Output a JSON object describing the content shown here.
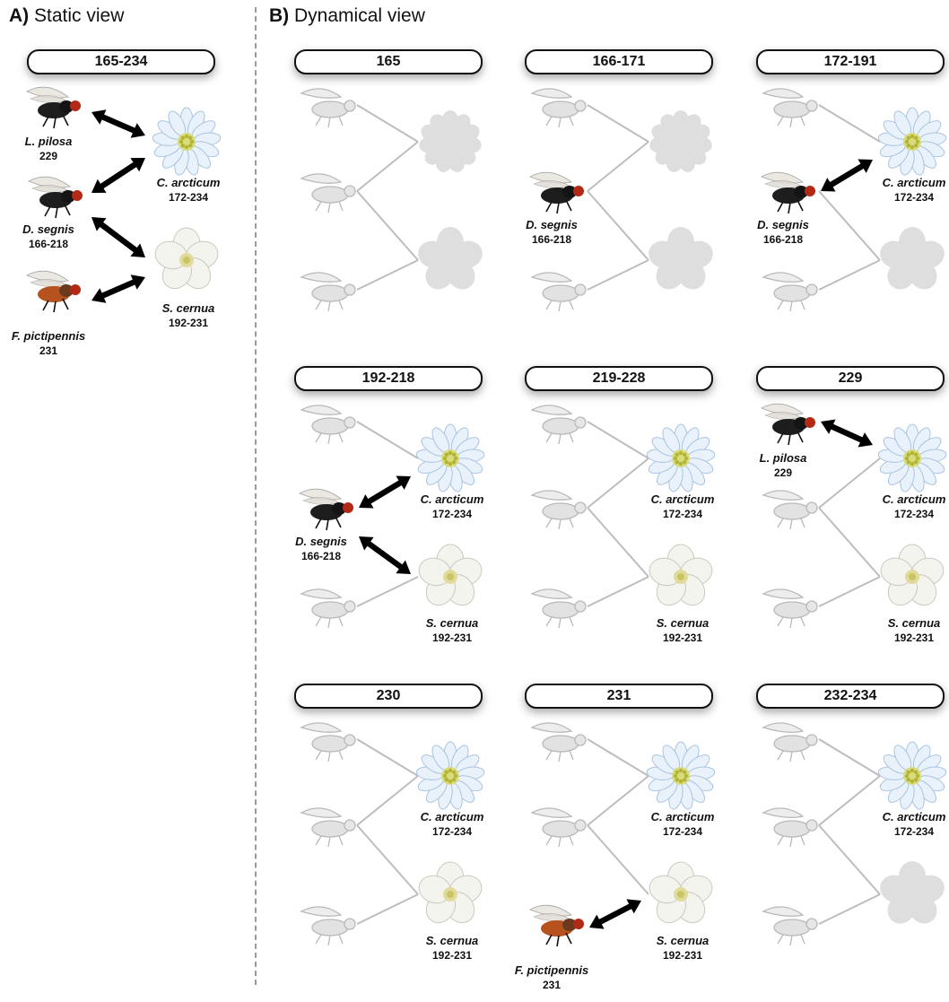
{
  "sections": {
    "a_letter": "A)",
    "a_title": "Static view",
    "b_letter": "B)",
    "b_title": "Dynamical view"
  },
  "species": {
    "lpilosa": {
      "name": "L. pilosa",
      "range": "229"
    },
    "dsegnis": {
      "name": "D. segnis",
      "range": "166-218"
    },
    "fpict": {
      "name": "F. pictipennis",
      "range": "231"
    },
    "carct": {
      "name": "C. arcticum",
      "range": "172-234"
    },
    "scern": {
      "name": "S. cernua",
      "range": "192-231"
    }
  },
  "static_panel": {
    "title": "165-234"
  },
  "panels": [
    {
      "title": "165",
      "active_insects": [],
      "active_flowers": [],
      "links": []
    },
    {
      "title": "166-171",
      "active_insects": [
        "dsegnis"
      ],
      "active_flowers": [],
      "links": []
    },
    {
      "title": "172-191",
      "active_insects": [
        "dsegnis"
      ],
      "active_flowers": [
        "carct"
      ],
      "links": [
        [
          "dsegnis",
          "carct"
        ]
      ]
    },
    {
      "title": "192-218",
      "active_insects": [
        "dsegnis"
      ],
      "active_flowers": [
        "carct",
        "scern"
      ],
      "links": [
        [
          "dsegnis",
          "carct"
        ],
        [
          "dsegnis",
          "scern"
        ]
      ]
    },
    {
      "title": "219-228",
      "active_insects": [],
      "active_flowers": [
        "carct",
        "scern"
      ],
      "links": []
    },
    {
      "title": "229",
      "active_insects": [
        "lpilosa"
      ],
      "active_flowers": [
        "carct",
        "scern"
      ],
      "links": [
        [
          "lpilosa",
          "carct"
        ]
      ]
    },
    {
      "title": "230",
      "active_insects": [],
      "active_flowers": [
        "carct",
        "scern"
      ],
      "links": []
    },
    {
      "title": "231",
      "active_insects": [
        "fpict"
      ],
      "active_flowers": [
        "carct",
        "scern"
      ],
      "links": [
        [
          "fpict",
          "scern"
        ]
      ]
    },
    {
      "title": "232-234",
      "active_insects": [],
      "active_flowers": [
        "carct"
      ],
      "links": []
    }
  ],
  "colors": {
    "arrow": "#000000",
    "ghost": "#cfcfcf",
    "ghost_line": "#bdbdbd"
  }
}
